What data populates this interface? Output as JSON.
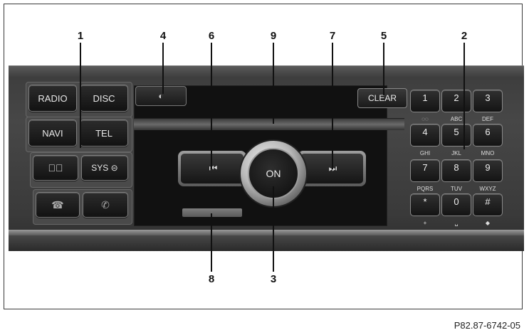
{
  "figure_ref": "P82.87-6742-05",
  "callouts": [
    "1",
    "2",
    "3",
    "4",
    "5",
    "6",
    "7",
    "8",
    "9"
  ],
  "buttons": {
    "radio": "RADIO",
    "disc": "DISC",
    "navi": "NAVI",
    "tel": "TEL",
    "mute_symbol": "⊲⃥",
    "sys": "SYS ⊝",
    "end_call_symbol": "☎",
    "accept_call_symbol": "✆",
    "clear": "CLEAR",
    "on": "ON",
    "prev_symbol": "⏮",
    "next_symbol": "⏭",
    "btn4_symbol": "◐"
  },
  "keypad": [
    {
      "num": "1",
      "letters": "◌◌"
    },
    {
      "num": "2",
      "letters": "ABC"
    },
    {
      "num": "3",
      "letters": "DEF"
    },
    {
      "num": "4",
      "letters": "GHI"
    },
    {
      "num": "5",
      "letters": "JKL"
    },
    {
      "num": "6",
      "letters": "MNO"
    },
    {
      "num": "7",
      "letters": "PQRS"
    },
    {
      "num": "8",
      "letters": "TUV"
    },
    {
      "num": "9",
      "letters": "WXYZ"
    },
    {
      "num": "*",
      "letters": "+"
    },
    {
      "num": "0",
      "letters": "␣"
    },
    {
      "num": "#",
      "letters": "◆"
    }
  ],
  "colors": {
    "panel": "#444444",
    "button_face": "#1e1e1e",
    "label": "#e8e8e8",
    "frame": "#3a3a3a"
  }
}
